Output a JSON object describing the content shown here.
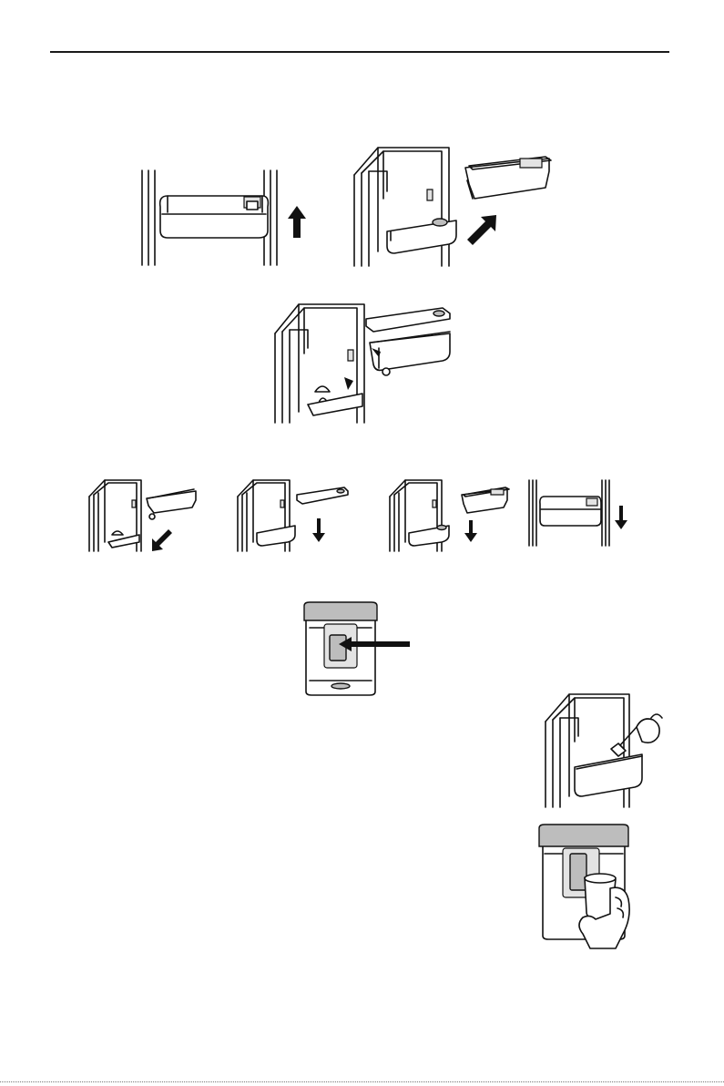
{
  "page": {
    "figures": [
      {
        "id": "fig-shelf-lift",
        "icon": "arrow-up-icon"
      },
      {
        "id": "fig-shelf-remove",
        "icon": "arrow-up-right-icon"
      },
      {
        "id": "fig-shelf-lid-tank",
        "icon": "arrow-up-icon"
      },
      {
        "id": "fig-reinstall-1",
        "icon": "arrow-down-left-icon"
      },
      {
        "id": "fig-reinstall-2",
        "icon": "arrow-down-icon"
      },
      {
        "id": "fig-reinstall-3",
        "icon": "arrow-down-icon"
      },
      {
        "id": "fig-reinstall-4",
        "icon": "arrow-down-icon"
      },
      {
        "id": "fig-dispenser-lever",
        "icon": "arrow-left-icon"
      },
      {
        "id": "fig-fill-tank",
        "icon": "watering-can-icon"
      },
      {
        "id": "fig-dispense-cup",
        "icon": "hand-cup-icon"
      }
    ],
    "colors": {
      "ink": "#111111",
      "tone": "#bdbdbd",
      "paper": "#ffffff"
    }
  }
}
